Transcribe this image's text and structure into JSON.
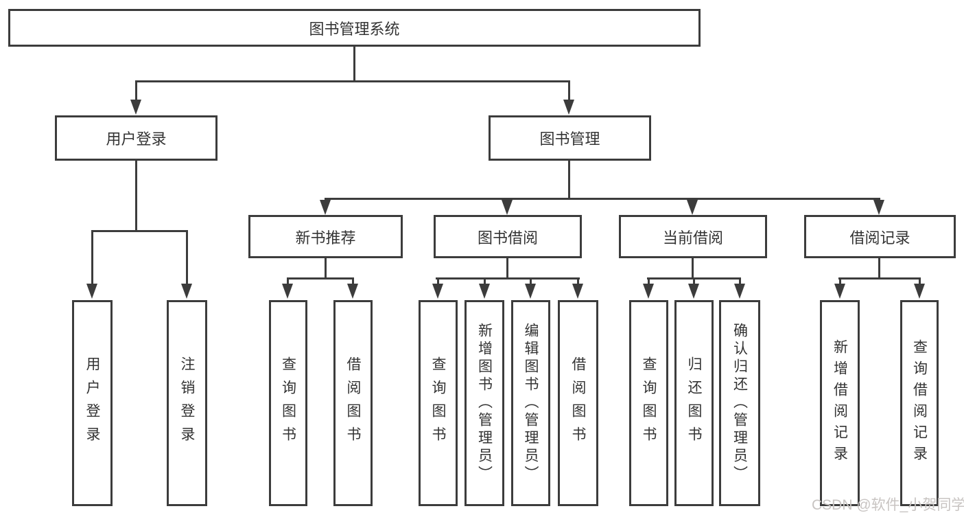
{
  "diagram": {
    "root": {
      "label": "图书管理系统"
    },
    "level2": [
      {
        "label": "用户登录"
      },
      {
        "label": "图书管理"
      }
    ],
    "level3": [
      {
        "label": "新书推荐"
      },
      {
        "label": "图书借阅"
      },
      {
        "label": "当前借阅"
      },
      {
        "label": "借阅记录"
      }
    ],
    "leaves": {
      "user_login": [
        {
          "label": "用户登录"
        },
        {
          "label": "注销登录"
        }
      ],
      "new_book": [
        {
          "label": "查询图书"
        },
        {
          "label": "借阅图书"
        }
      ],
      "book_borrow": [
        {
          "label": "查询图书"
        },
        {
          "label": "新增图书（管理员）"
        },
        {
          "label": "编辑图书（管理员）"
        },
        {
          "label": "借阅图书"
        }
      ],
      "current_borrow": [
        {
          "label": "查询图书"
        },
        {
          "label": "归还图书"
        },
        {
          "label": "确认归还（管理员）"
        }
      ],
      "borrow_record": [
        {
          "label": "新增借阅记录"
        },
        {
          "label": "查询借阅记录"
        }
      ]
    }
  },
  "watermark": {
    "text": "CSDN @软件_小贺同学"
  },
  "colors": {
    "line": "#3c3c3c",
    "text": "#333333",
    "bg": "#ffffff",
    "watermark": "#c8c4c2"
  }
}
